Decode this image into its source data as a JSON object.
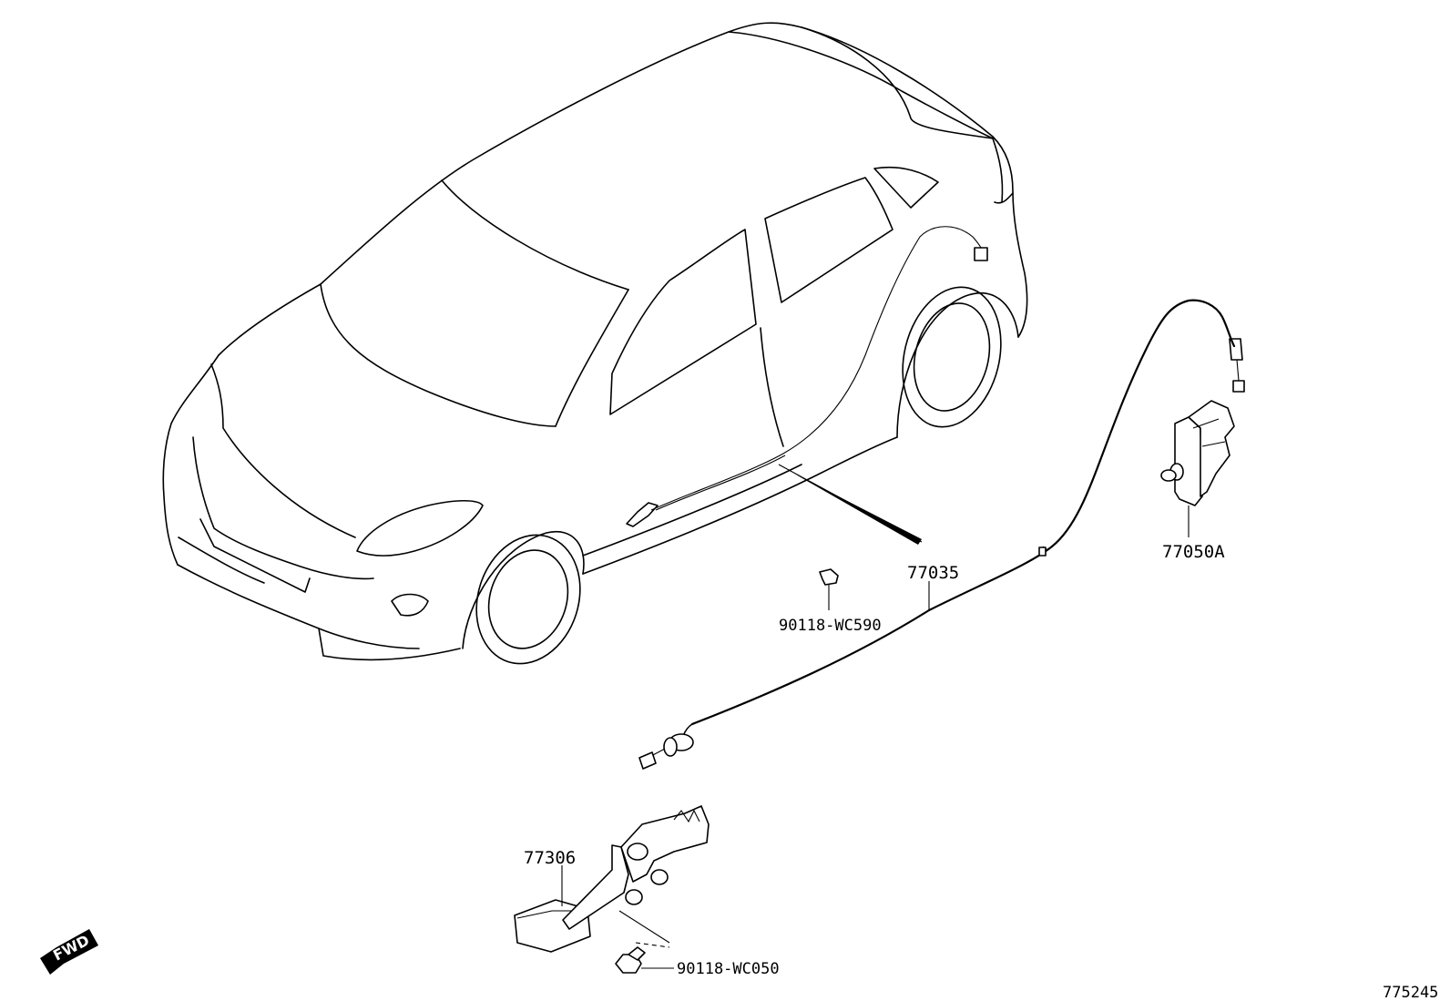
{
  "diagram": {
    "parts": [
      {
        "id": "77035",
        "label": "77035"
      },
      {
        "id": "77050A",
        "label": "77050A"
      },
      {
        "id": "90118-WC590",
        "label": "90118-WC590"
      },
      {
        "id": "77306",
        "label": "77306"
      },
      {
        "id": "90118-WC050",
        "label": "90118-WC050"
      }
    ],
    "direction_marker": "FWD",
    "figure_number": "775245"
  }
}
